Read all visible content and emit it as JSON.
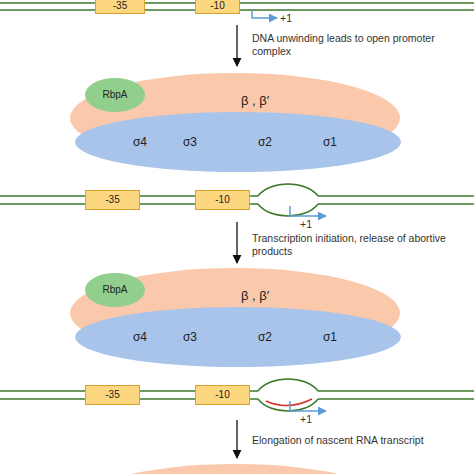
{
  "diagram": {
    "nodes": [
      {
        "text": [
          "-35"
        ]
      },
      {
        "text": [
          "-10"
        ]
      },
      {
        "text": [
          "β , β′"
        ]
      },
      {
        "text": [
          "RbpA"
        ],
        "in": 2
      },
      {
        "text": [
          "σ4",
          "σ3",
          "σ2",
          "σ1"
        ],
        "in": 2
      },
      {
        "text": [
          "-35"
        ]
      },
      {
        "text": [
          "-10"
        ]
      },
      {
        "text": [
          "β , β′"
        ]
      },
      {
        "text": [
          "RbpA"
        ],
        "in": 7
      },
      {
        "text": [
          "σ4",
          "σ3",
          "σ2",
          "σ1"
        ],
        "in": 7
      },
      {
        "text": [
          "-35"
        ]
      },
      {
        "text": [
          "-10"
        ]
      }
    ],
    "labels": [
      "+1",
      "DNA unwinding leads to open promoter complex",
      "+1",
      "Transcription initiation, release of abortive products",
      "+1",
      "Elongation of nascent RNA transcript"
    ]
  }
}
